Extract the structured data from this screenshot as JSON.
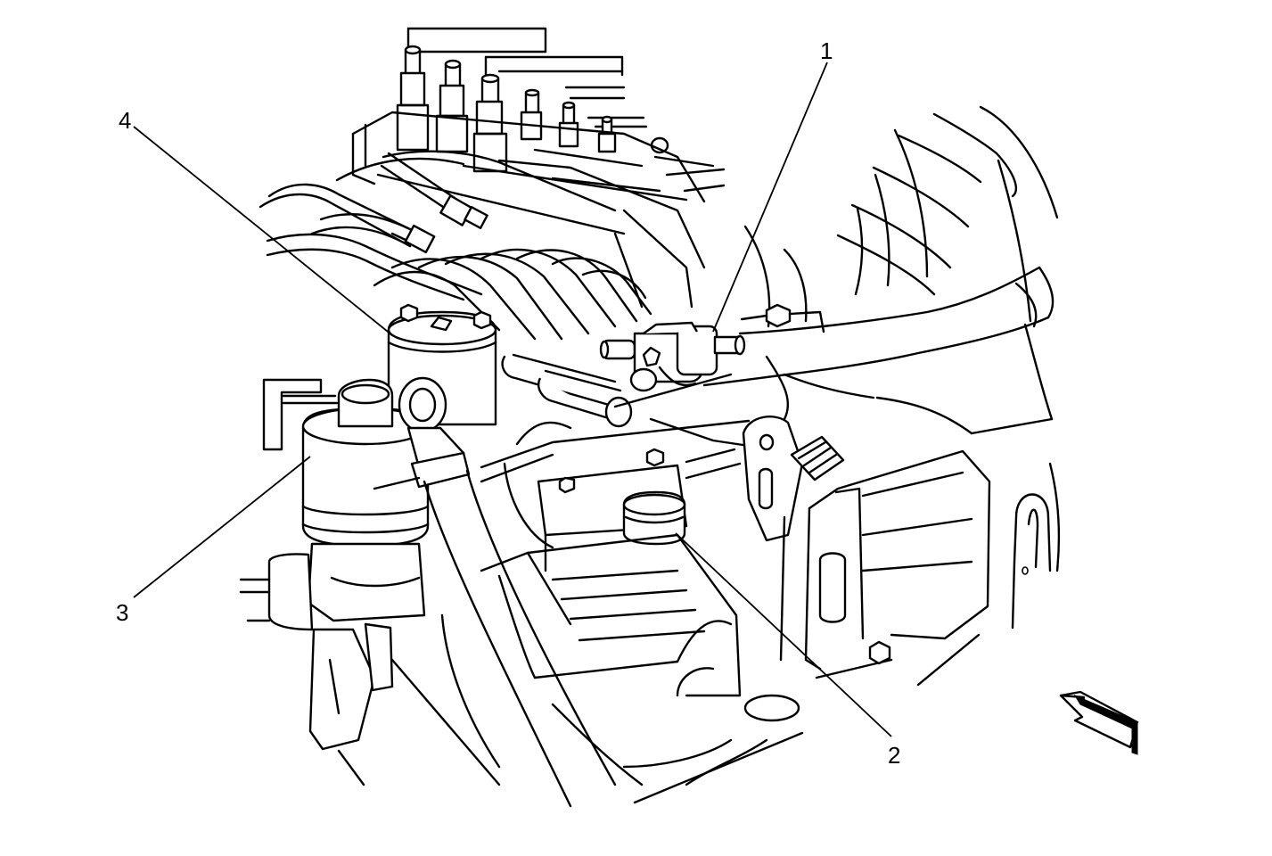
{
  "diagram": {
    "callouts": [
      {
        "id": "1",
        "label": "1"
      },
      {
        "id": "2",
        "label": "2"
      },
      {
        "id": "3",
        "label": "3"
      },
      {
        "id": "4",
        "label": "4"
      }
    ],
    "stroke_color": "#000000",
    "background_color": "#ffffff",
    "view_arrow_icon": "direction-arrow-icon"
  }
}
